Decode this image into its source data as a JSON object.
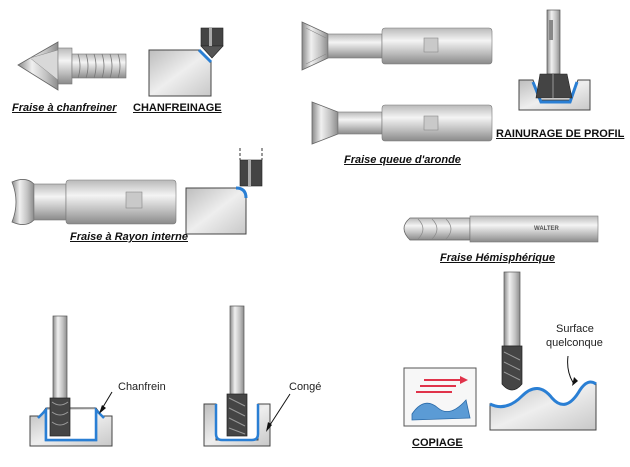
{
  "labels": {
    "chamfer_tool": "Fraise à chanfreiner",
    "chamfer_op": "CHANFREINAGE",
    "profile_op": "RAINURAGE DE PROFIL",
    "dovetail_tool": "Fraise queue d'aronde",
    "radius_tool": "Fraise à Rayon interne",
    "ball_tool": "Fraise Hémisphérique",
    "chanfrein": "Chanfrein",
    "conge": "Congé",
    "surface_line1": "Surface",
    "surface_line2": "quelconque",
    "copy_op": "COPIAGE",
    "tool_brand": "WALTER"
  },
  "colors": {
    "accent": "#2a7fd4",
    "steel_light": "#e6e6e6",
    "steel_dark": "#7a7a7a",
    "workpiece": "#d9d9d9",
    "arrow_red": "#e0334a"
  }
}
